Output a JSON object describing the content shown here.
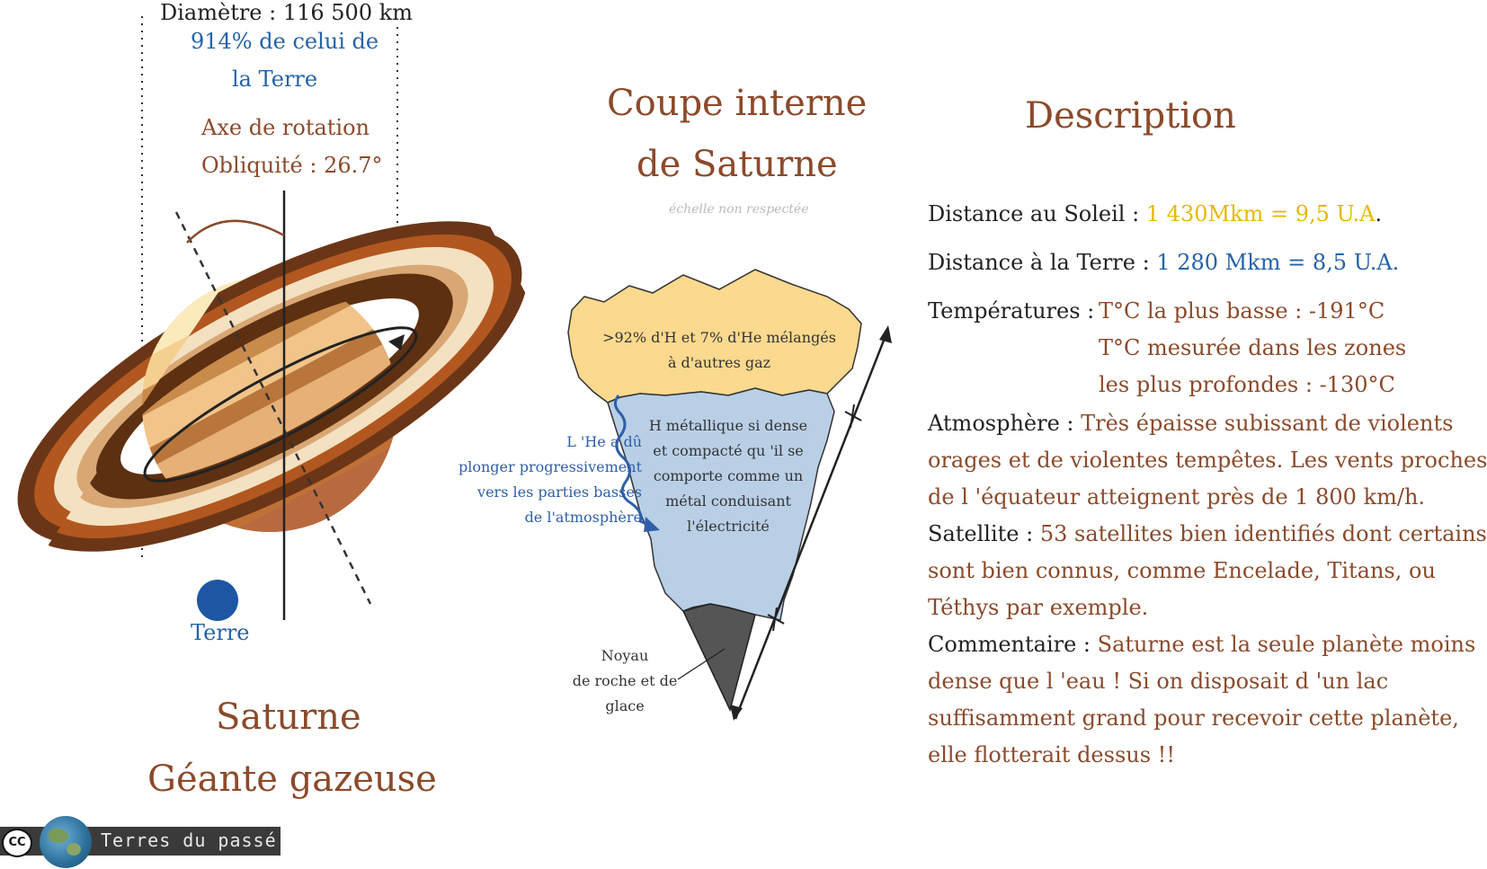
{
  "saturn_diagram": {
    "diameter_label": "Diamètre : 116 500 km",
    "diameter_ratio_line1": "914% de celui de",
    "diameter_ratio_line2": "la Terre",
    "axis_label_line1": "Axe de rotation",
    "axis_label_line2": "Obliquité : 26.7°",
    "earth_label": "Terre",
    "title_line1": "Saturne",
    "title_line2": "Géante gazeuse"
  },
  "cross_section": {
    "title_line1": "Coupe interne",
    "title_line2": "de Saturne",
    "scale_note": "échelle non respectée",
    "atmosphere_line1": ">92% d'H et 7% d'He mélangés",
    "atmosphere_line2": "à d'autres gaz",
    "metallic_line1": "H métallique si dense",
    "metallic_line2": "et compacté qu 'il se",
    "metallic_line3": "comporte comme un",
    "metallic_line4": "métal conduisant",
    "metallic_line5": "l'électricité",
    "helium_line1": "L 'He a dû",
    "helium_line2": "plonger progressivement",
    "helium_line3": "vers les parties basses",
    "helium_line4": "de l'atmosphère",
    "core_line1": "Noyau",
    "core_line2": "de roche et de",
    "core_line3": "glace"
  },
  "description": {
    "title": "Description",
    "sun_distance_label": "Distance au Soleil : ",
    "sun_distance_value": "1 430Mkm = 9,5 U.A",
    "sun_distance_end": ".",
    "earth_distance_label": "Distance à la Terre : ",
    "earth_distance_value": "1 280 Mkm = 8,5 U.A.",
    "temp_label": "Températures  :",
    "temp_line1": "T°C la plus basse : -191°C",
    "temp_line2": "T°C mesurée dans les zones",
    "temp_line3": "les plus profondes : -130°C",
    "atmo_label": "Atmosphère : ",
    "atmo_line1": "Très épaisse subissant de violents",
    "atmo_line2": "orages et de violentes tempêtes. Les vents proches",
    "atmo_line3": "de l 'équateur atteignent près de 1 800 km/h.",
    "sat_label": "Satellite : ",
    "sat_line1": "53 satellites bien identifiés dont certains",
    "sat_line2": "sont bien connus, comme Encelade, Titans, ou",
    "sat_line3": "Téthys par exemple.",
    "comment_label": "Commentaire : ",
    "comment_line1": "Saturne est la seule planète moins",
    "comment_line2": "dense que l 'eau ! Si on disposait d 'un lac",
    "comment_line3": "suffisamment grand pour recevoir cette planète,",
    "comment_line4": "elle flotterait dessus !!"
  },
  "footer": {
    "cc_label": "CC",
    "brand": "Terres du passé"
  },
  "colors": {
    "brown_text": "#8b4a2b",
    "blue_text": "#2563a8",
    "yellow_text": "#e8b800",
    "atmosphere_fill": "#fbd98e",
    "metallic_fill": "#b9cfe6",
    "core_fill": "#555555"
  }
}
